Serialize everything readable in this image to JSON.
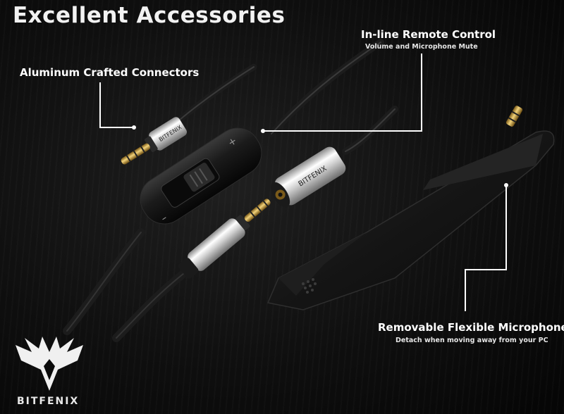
{
  "title": "Excellent Accessories",
  "callouts": {
    "connectors": {
      "label": "Aluminum Crafted Connectors"
    },
    "remote": {
      "label": "In-line Remote Control",
      "sublabel": "Volume and Microphone Mute"
    },
    "microphone": {
      "label": "Removable Flexible Microphone",
      "sublabel": "Detach when moving away from your PC"
    }
  },
  "remote_signs": {
    "plus": "+",
    "minus": "–"
  },
  "plug_engraving": "BITFENIX",
  "brand": {
    "name": "BITFENIX"
  },
  "colors": {
    "background": "#0b0b0b",
    "callout_line": "#ffffff",
    "cable": "#1a1a1a",
    "chrome": "#d9d9d9",
    "gold": "#c9a34a"
  }
}
